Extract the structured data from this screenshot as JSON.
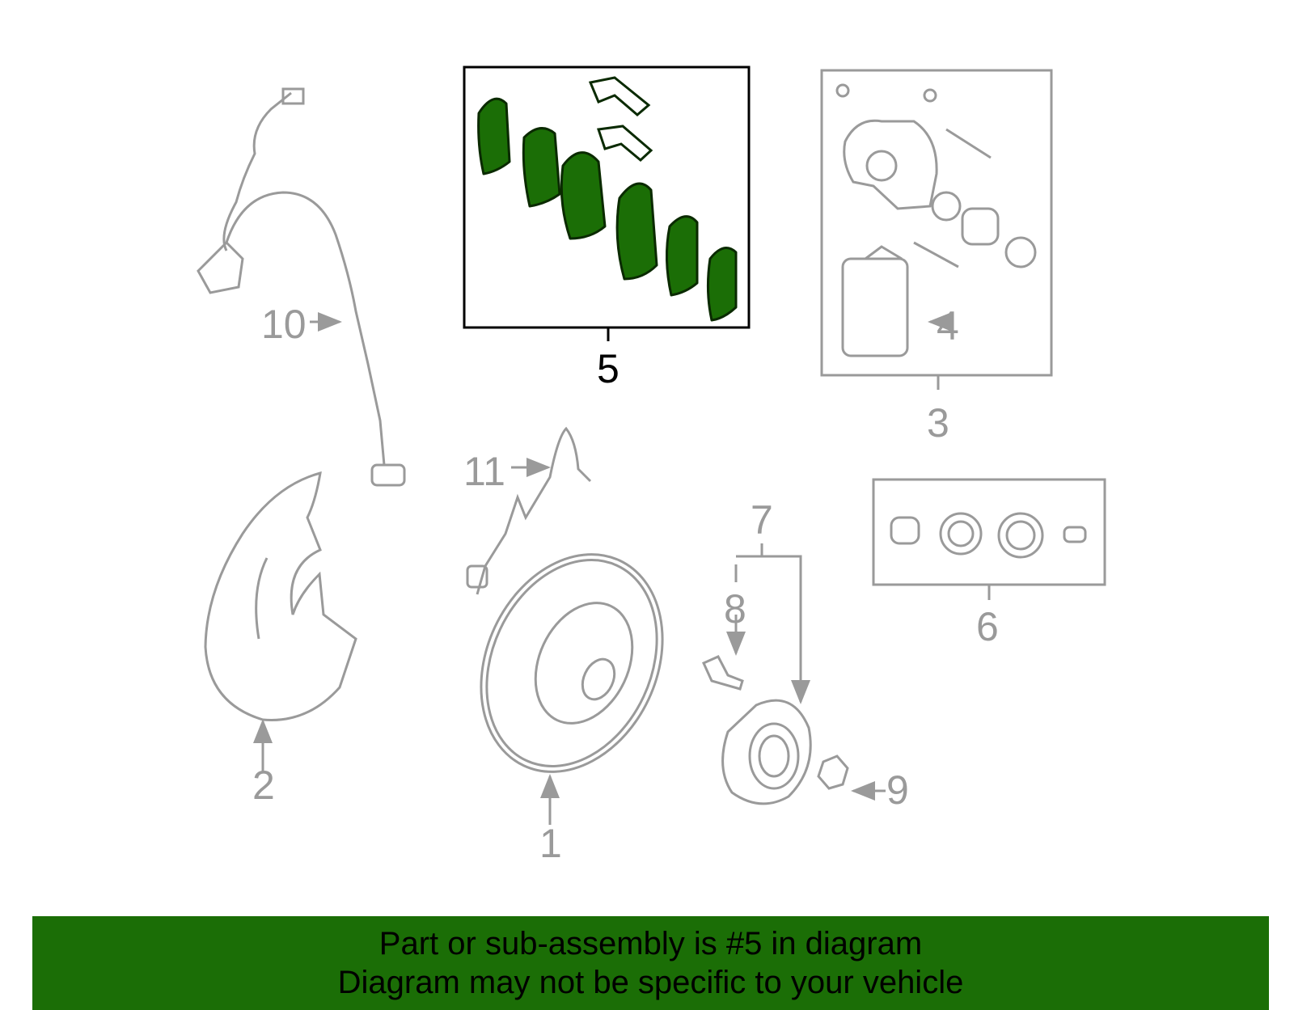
{
  "colors": {
    "line": "#9a9a9a",
    "highlight": "#1b6e06",
    "banner": "#1b6e06"
  },
  "callouts": {
    "c1": "1",
    "c2": "2",
    "c3": "3",
    "c4": "4",
    "c5": "5",
    "c6": "6",
    "c7": "7",
    "c8": "8",
    "c9": "9",
    "c10": "10",
    "c11": "11"
  },
  "banner": {
    "line1": "Part or sub-assembly is #5 in diagram",
    "line2": "Diagram may not be specific to your vehicle"
  }
}
